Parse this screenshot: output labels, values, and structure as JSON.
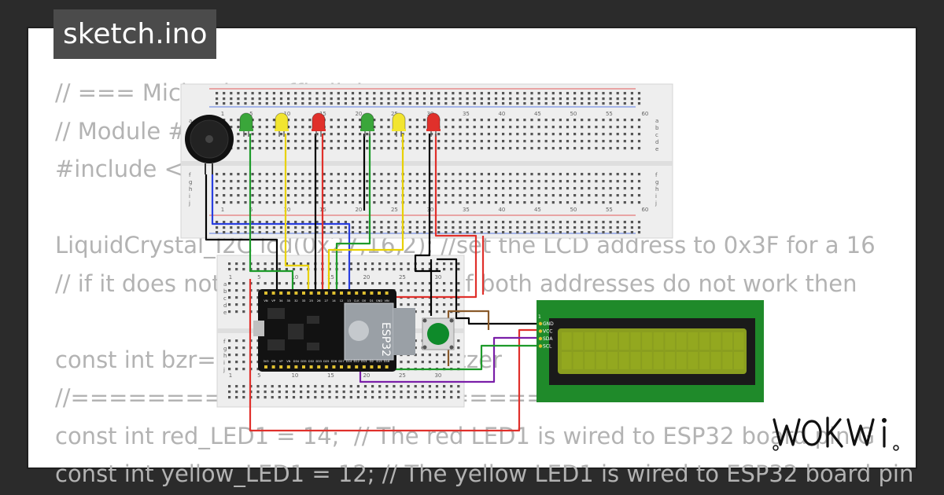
{
  "window": {
    "title": "sketch.ino"
  },
  "code_lines": [
    "// === Michael's traffic lights",
    "// Module #1 with pedestrian button",
    "#include <LiquidCrystal_I2C.h>",
    "",
    "LiquidCrystal_I2C lcd(0x27,16,2); //set the LCD address to 0x3F for a 16",
    "// if it does not work then try 0x3F, if both addresses do not work then",
    "",
    "const int bzr=25; // connect the buzzer",
    "//===============  LED  ===============",
    "const int red_LED1 = 14;  // The red LED1 is wired to ESP32 board pin G",
    "const int yellow_LED1 = 12; // The yellow LED1 is wired to ESP32 board pin"
  ],
  "breadboard_top": {
    "column_numbers": [
      "1",
      "5",
      "10",
      "15",
      "20",
      "25",
      "30",
      "35",
      "40",
      "45",
      "50",
      "55",
      "60"
    ],
    "row_letters_top": [
      "a",
      "b",
      "c",
      "d",
      "e"
    ],
    "row_letters_bottom": [
      "f",
      "g",
      "h",
      "i",
      "j"
    ]
  },
  "breadboard_bottom": {
    "column_numbers": [
      "1",
      "5",
      "10",
      "15",
      "20",
      "25",
      "30"
    ],
    "row_letters_top": [
      "a",
      "b",
      "c",
      "d",
      "e"
    ],
    "row_letters_bottom": [
      "f",
      "g",
      "h",
      "i",
      "j"
    ]
  },
  "leds": [
    {
      "color": "#3aa63a"
    },
    {
      "color": "#f2e530"
    },
    {
      "color": "#e0302b"
    },
    {
      "color": "#3aa63a"
    },
    {
      "color": "#f2e530"
    },
    {
      "color": "#e0302b"
    }
  ],
  "esp32": {
    "label": "ESP32",
    "pins_top": [
      "VN",
      "VP",
      "34",
      "35",
      "32",
      "33",
      "25",
      "26",
      "27",
      "14",
      "12",
      "13",
      "CLK",
      "D0",
      "D1",
      "GND",
      "VIN"
    ],
    "pins_bottom": [
      "3V3",
      "EN",
      "VP",
      "VN",
      "D34",
      "D35",
      "D32",
      "D33",
      "D25",
      "D26",
      "D27",
      "D14",
      "D12",
      "D13",
      "D2",
      "D15",
      "D16"
    ]
  },
  "lcd": {
    "pin_labels": [
      "GND",
      "VCC",
      "SDA",
      "SCL"
    ],
    "pin_number": "1",
    "board_color": "#1f8a2a",
    "screen_color": "#8a9e1f"
  },
  "brand": {
    "name": "WOKWI"
  }
}
